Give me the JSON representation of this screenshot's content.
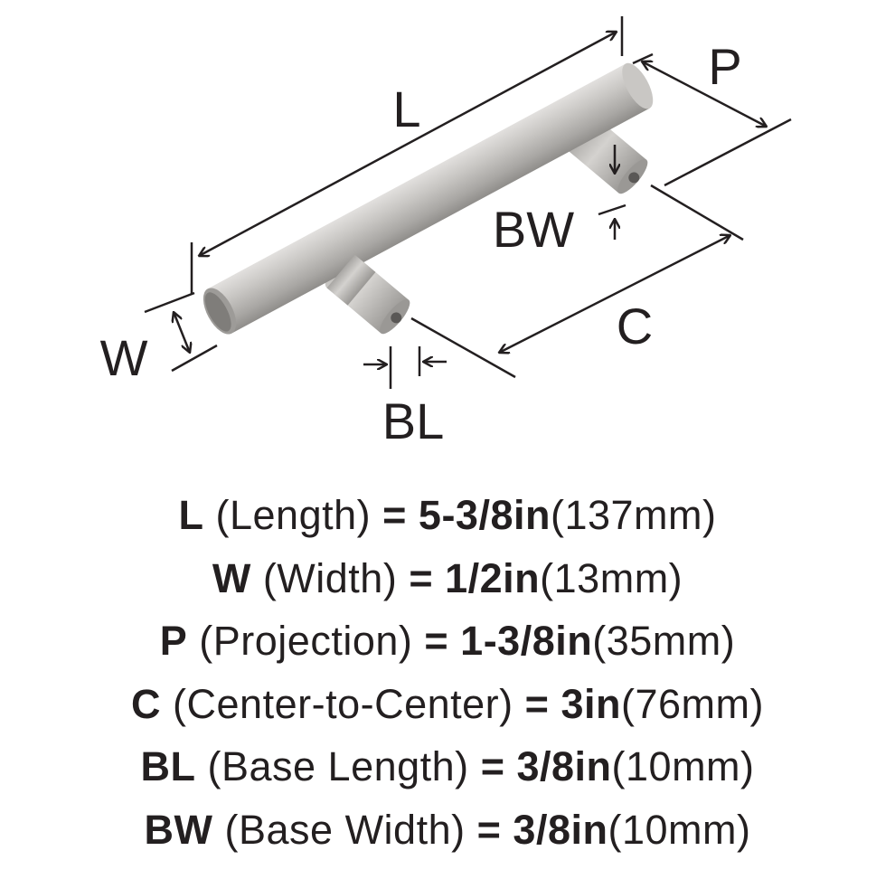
{
  "diagram": {
    "labels": {
      "L": "L",
      "P": "P",
      "BW": "BW",
      "W": "W",
      "BL": "BL",
      "C": "C"
    },
    "colors": {
      "metal_light": "#d8d6d4",
      "metal_mid": "#b3b1ae",
      "metal_dark": "#8d8b88",
      "line": "#231f20"
    }
  },
  "specs": [
    {
      "code": "L",
      "name": "(Length)",
      "eq": "=",
      "inches": "5-3/8in",
      "mm": "(137mm)"
    },
    {
      "code": "W",
      "name": "(Width)",
      "eq": "=",
      "inches": "1/2in",
      "mm": "(13mm)"
    },
    {
      "code": "P",
      "name": "(Projection)",
      "eq": "=",
      "inches": "1-3/8in",
      "mm": "(35mm)"
    },
    {
      "code": "C",
      "name": "(Center-to-Center)",
      "eq": "=",
      "inches": "3in",
      "mm": "(76mm)"
    },
    {
      "code": "BL",
      "name": "(Base Length)",
      "eq": "=",
      "inches": "3/8in",
      "mm": "(10mm)"
    },
    {
      "code": "BW",
      "name": "(Base Width)",
      "eq": "=",
      "inches": "3/8in",
      "mm": "(10mm)"
    }
  ]
}
